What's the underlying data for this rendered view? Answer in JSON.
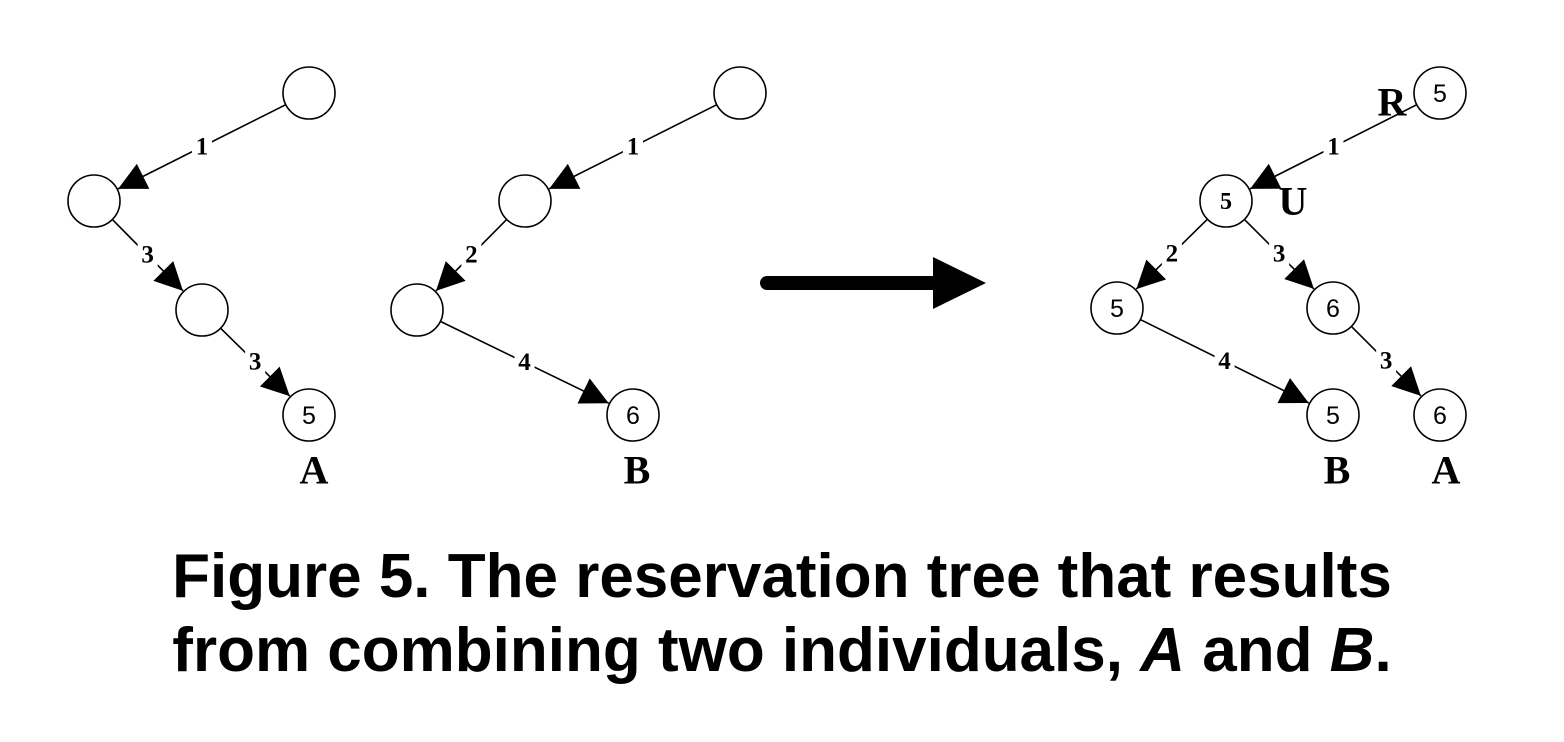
{
  "trees": [
    {
      "id": "tree-a",
      "nodes": [
        {
          "id": "a-root",
          "label": ""
        },
        {
          "id": "a-n1",
          "label": ""
        },
        {
          "id": "a-n2",
          "label": ""
        },
        {
          "id": "a-leaf",
          "label": "5"
        }
      ],
      "edges": [
        {
          "from": "a-root",
          "to": "a-n1",
          "label": "1"
        },
        {
          "from": "a-n1",
          "to": "a-n2",
          "label": "3"
        },
        {
          "from": "a-n2",
          "to": "a-leaf",
          "label": "3"
        }
      ],
      "tags": [
        {
          "id": "tag-a",
          "text": "A"
        }
      ]
    },
    {
      "id": "tree-b",
      "nodes": [
        {
          "id": "b-root",
          "label": ""
        },
        {
          "id": "b-n1",
          "label": ""
        },
        {
          "id": "b-n2",
          "label": ""
        },
        {
          "id": "b-leaf",
          "label": "6"
        }
      ],
      "edges": [
        {
          "from": "b-root",
          "to": "b-n1",
          "label": "1"
        },
        {
          "from": "b-n1",
          "to": "b-n2",
          "label": "2"
        },
        {
          "from": "b-n2",
          "to": "b-leaf",
          "label": "4"
        }
      ],
      "tags": [
        {
          "id": "tag-b",
          "text": "B"
        }
      ]
    },
    {
      "id": "tree-combined",
      "nodes": [
        {
          "id": "c-root",
          "label": "5"
        },
        {
          "id": "c-u",
          "label": "5",
          "bold": true
        },
        {
          "id": "c-left",
          "label": "5"
        },
        {
          "id": "c-right",
          "label": "6"
        },
        {
          "id": "c-leaf-b",
          "label": "5"
        },
        {
          "id": "c-leaf-a",
          "label": "6"
        }
      ],
      "edges": [
        {
          "from": "c-root",
          "to": "c-u",
          "label": "1"
        },
        {
          "from": "c-u",
          "to": "c-left",
          "label": "2"
        },
        {
          "from": "c-u",
          "to": "c-right",
          "label": "3"
        },
        {
          "from": "c-left",
          "to": "c-leaf-b",
          "label": "4"
        },
        {
          "from": "c-right",
          "to": "c-leaf-a",
          "label": "3"
        }
      ],
      "tags": [
        {
          "id": "tag-r",
          "text": "R"
        },
        {
          "id": "tag-u",
          "text": "U"
        },
        {
          "id": "tag-cb",
          "text": "B"
        },
        {
          "id": "tag-ca",
          "text": "A"
        }
      ]
    }
  ],
  "caption": {
    "line1": "Figure 5. The reservation tree that results",
    "line2_prefix": "from combining two individuals, ",
    "a": "A",
    "and": " and ",
    "b": "B",
    "end": "."
  }
}
